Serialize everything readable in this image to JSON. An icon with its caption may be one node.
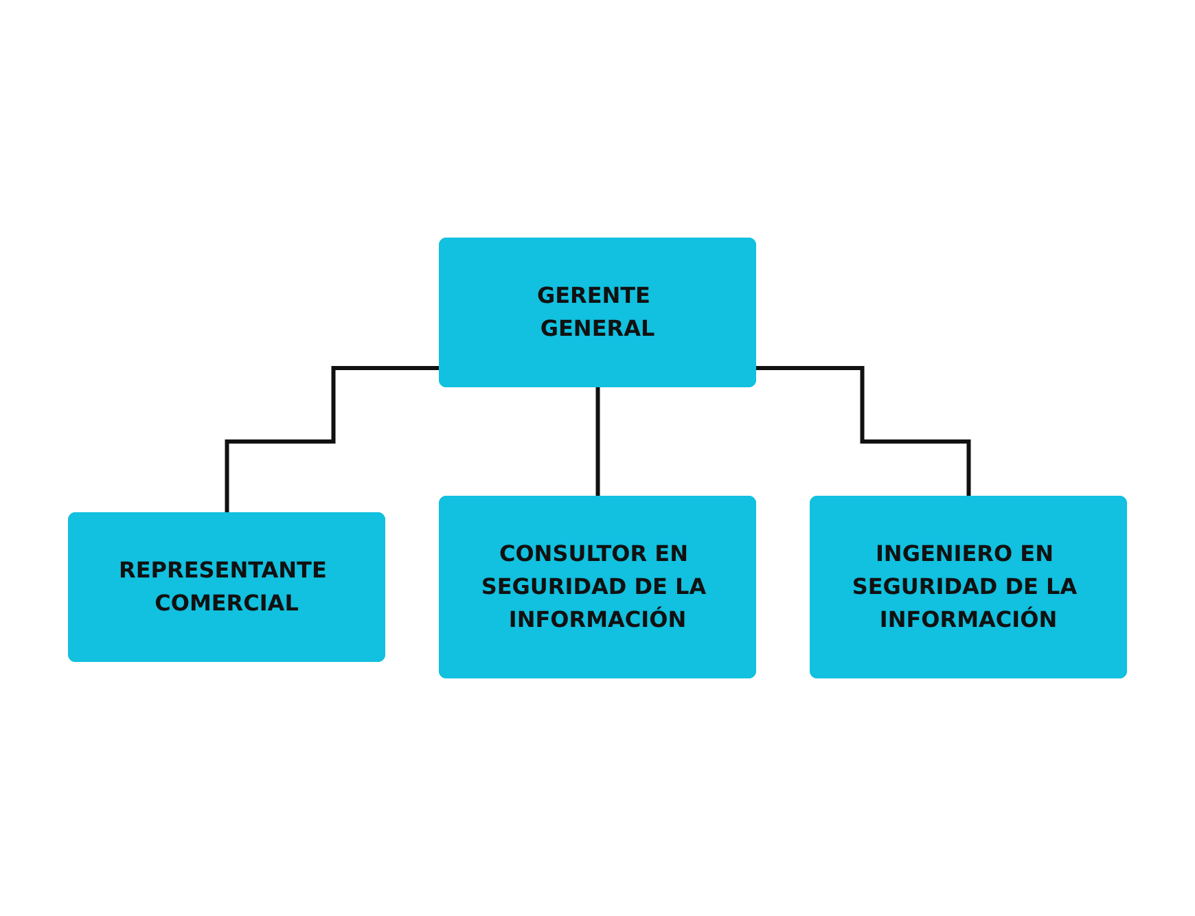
{
  "diagram": {
    "nodes": [
      {
        "text": [
          "GERENTE GENERAL"
        ]
      },
      {
        "text": [
          "REPRESENTANTE COMERCIAL"
        ]
      },
      {
        "text": [
          "CONSULTOR EN SEGURIDAD DE LA INFORMACIÓN"
        ]
      },
      {
        "text": [
          "INGENIERO EN SEGURIDAD DE LA INFORMACIÓN"
        ]
      }
    ],
    "edges": [
      {
        "from": 0,
        "to": 1,
        "arrow": "none"
      },
      {
        "from": 0,
        "to": 2,
        "arrow": "none"
      },
      {
        "from": 0,
        "to": 3,
        "arrow": "none"
      }
    ]
  }
}
